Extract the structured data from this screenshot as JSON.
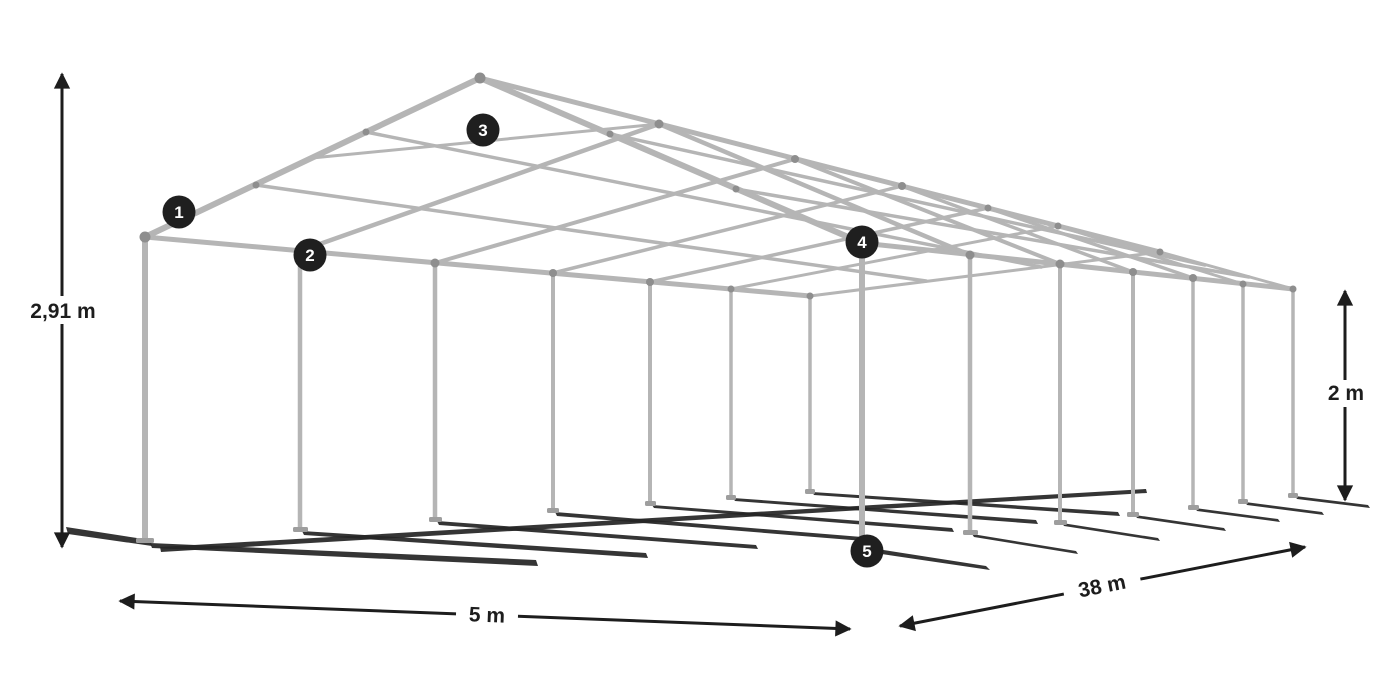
{
  "diagram": {
    "name": "party-tent-steel-frame-dimension-diagram",
    "dimensions": {
      "ridge_height": "2,91 m",
      "width": "5 m",
      "length": "38 m",
      "side_height": "2 m"
    },
    "markers": [
      {
        "number": "1"
      },
      {
        "number": "2"
      },
      {
        "number": "3"
      },
      {
        "number": "4"
      },
      {
        "number": "5"
      }
    ],
    "colors": {
      "frame": "#b5b5b5",
      "joint": "#8e8e8e",
      "ground_shadow": "#262626",
      "marker_background": "#1f1f1f",
      "marker_text": "#ffffff",
      "dimension": "#1d1d1d",
      "background": "#ffffff"
    }
  }
}
